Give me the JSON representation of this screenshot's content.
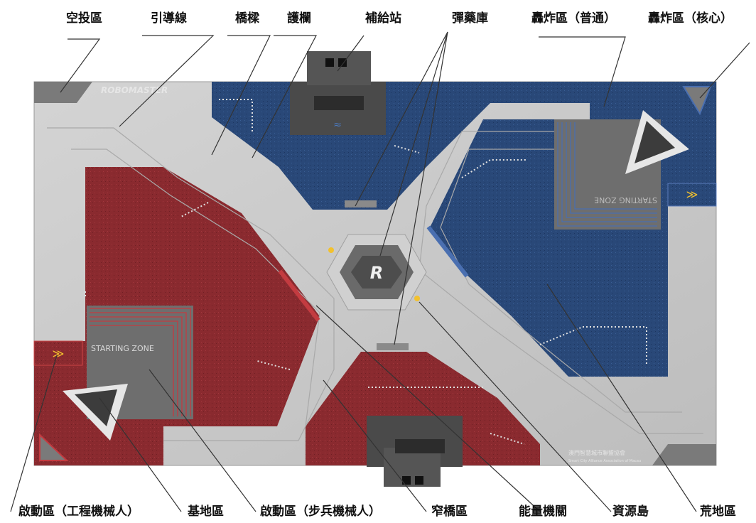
{
  "labels": {
    "airdrop": "空投區",
    "guide_line": "引導線",
    "bridge": "橋樑",
    "guardrail": "護欄",
    "supply_station": "補給站",
    "ammo_depot": "彈藥庫",
    "bomb_normal": "轟炸區（普通）",
    "bomb_core": "轟炸區（核心）",
    "start_engineer": "啟動區（工程機械人）",
    "base": "基地區",
    "start_infantry": "啟動區（步兵機械人）",
    "narrow_bridge": "窄橋區",
    "energy": "能量機關",
    "resource_island": "資源島",
    "wasteland": "荒地區"
  },
  "field": {
    "brand": "ROBOMASTER",
    "starting_zone": "STARTING ZONE",
    "center_logo": "R",
    "org_cn": "澳門智慧城市聯盟協會",
    "org_en": "Smart City Alliance Association of Macau"
  },
  "colors": {
    "red_zone": "#8e2b30",
    "blue_zone": "#2a4a7a",
    "road": "#c9c9c9",
    "base_dark": "#3c3c3c"
  }
}
